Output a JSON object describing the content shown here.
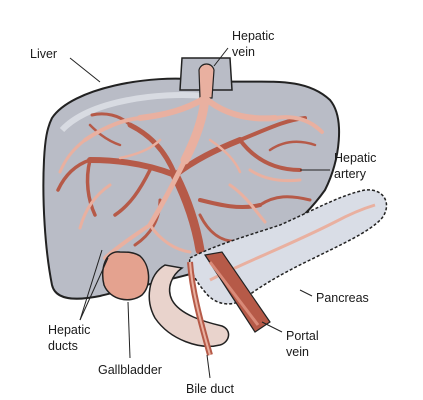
{
  "labels": {
    "liver": "Liver",
    "hepatic_vein_line1": "Hepatic",
    "hepatic_vein_line2": "vein",
    "hepatic_artery_line1": "Hepatic",
    "hepatic_artery_line2": "artery",
    "pancreas": "Pancreas",
    "portal_vein_line1": "Portal",
    "portal_vein_line2": "vein",
    "bile_duct": "Bile duct",
    "gallbladder": "Gallbladder",
    "hepatic_ducts_line1": "Hepatic",
    "hepatic_ducts_line2": "ducts"
  },
  "colors": {
    "liver_fill": "#b9bcc6",
    "vessel_dark": "#b65a48",
    "vessel_light": "#e9b0a0",
    "gallbladder": "#e4a28f",
    "pancreas_fill": "#d9dde6",
    "outline": "#222222"
  }
}
